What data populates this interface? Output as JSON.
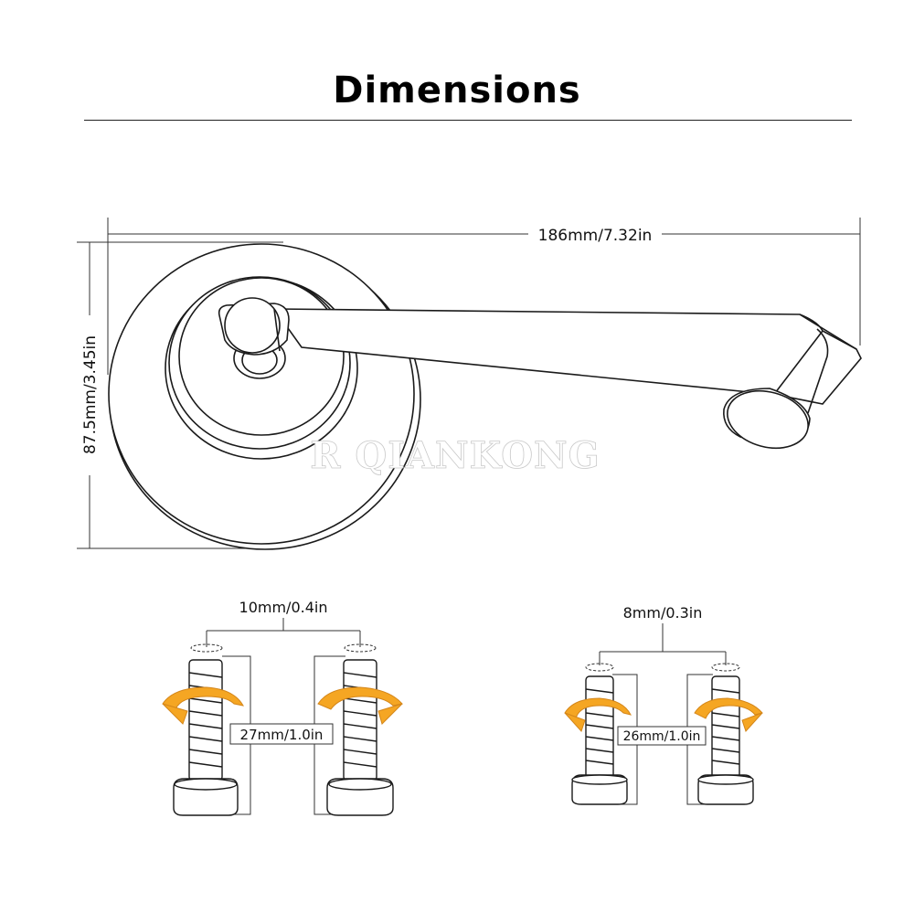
{
  "title": "Dimensions",
  "watermark": "R QIANKONG",
  "mirror": {
    "width_label": "186mm/7.32in",
    "height_label": "87.5mm/3.45in"
  },
  "bolts_left": {
    "thread_label": "10mm/0.4in",
    "length_label": "27mm/1.0in"
  },
  "bolts_right": {
    "thread_label": "8mm/0.3in",
    "length_label": "26mm/1.0in"
  },
  "colors": {
    "outline": "#1a1a1a",
    "arrow": "#f5a623"
  }
}
